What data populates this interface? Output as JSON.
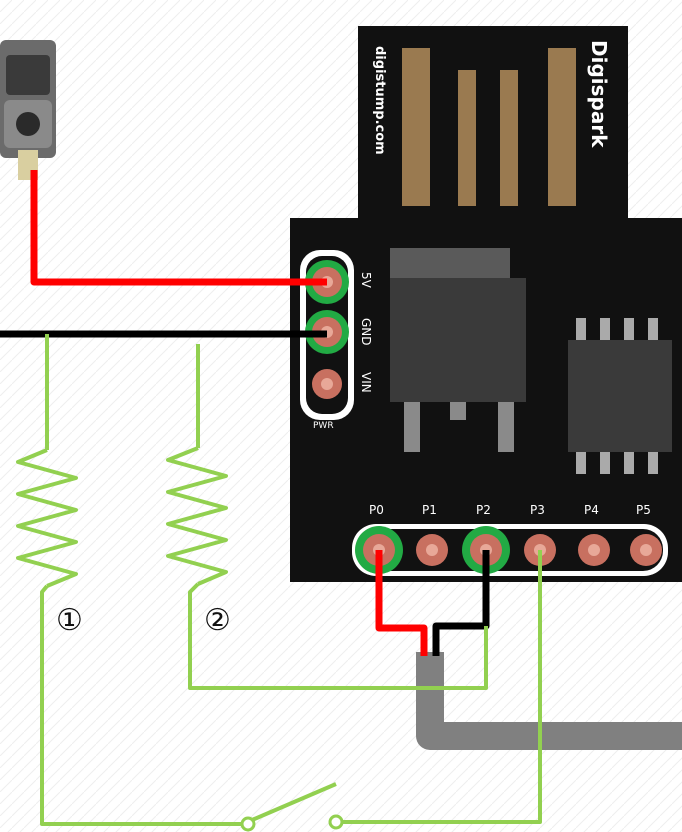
{
  "board": {
    "brand": "Digispark",
    "website": "digistump.com",
    "power_pins": [
      "5V",
      "GND",
      "VIN"
    ],
    "power_header_label": "PWR",
    "io_pins": [
      "P0",
      "P1",
      "P2",
      "P3",
      "P4",
      "P5"
    ]
  },
  "resistors": {
    "r1_label": "①",
    "r2_label": "②"
  },
  "colors": {
    "board": "#111111",
    "wire_red": "#ff0000",
    "wire_black": "#000000",
    "wire_green": "#92d050",
    "wire_gray": "#808080",
    "pin_ring_green": "#22aa44",
    "pad": "#c87060",
    "usb_gold": "#9a7a50"
  }
}
